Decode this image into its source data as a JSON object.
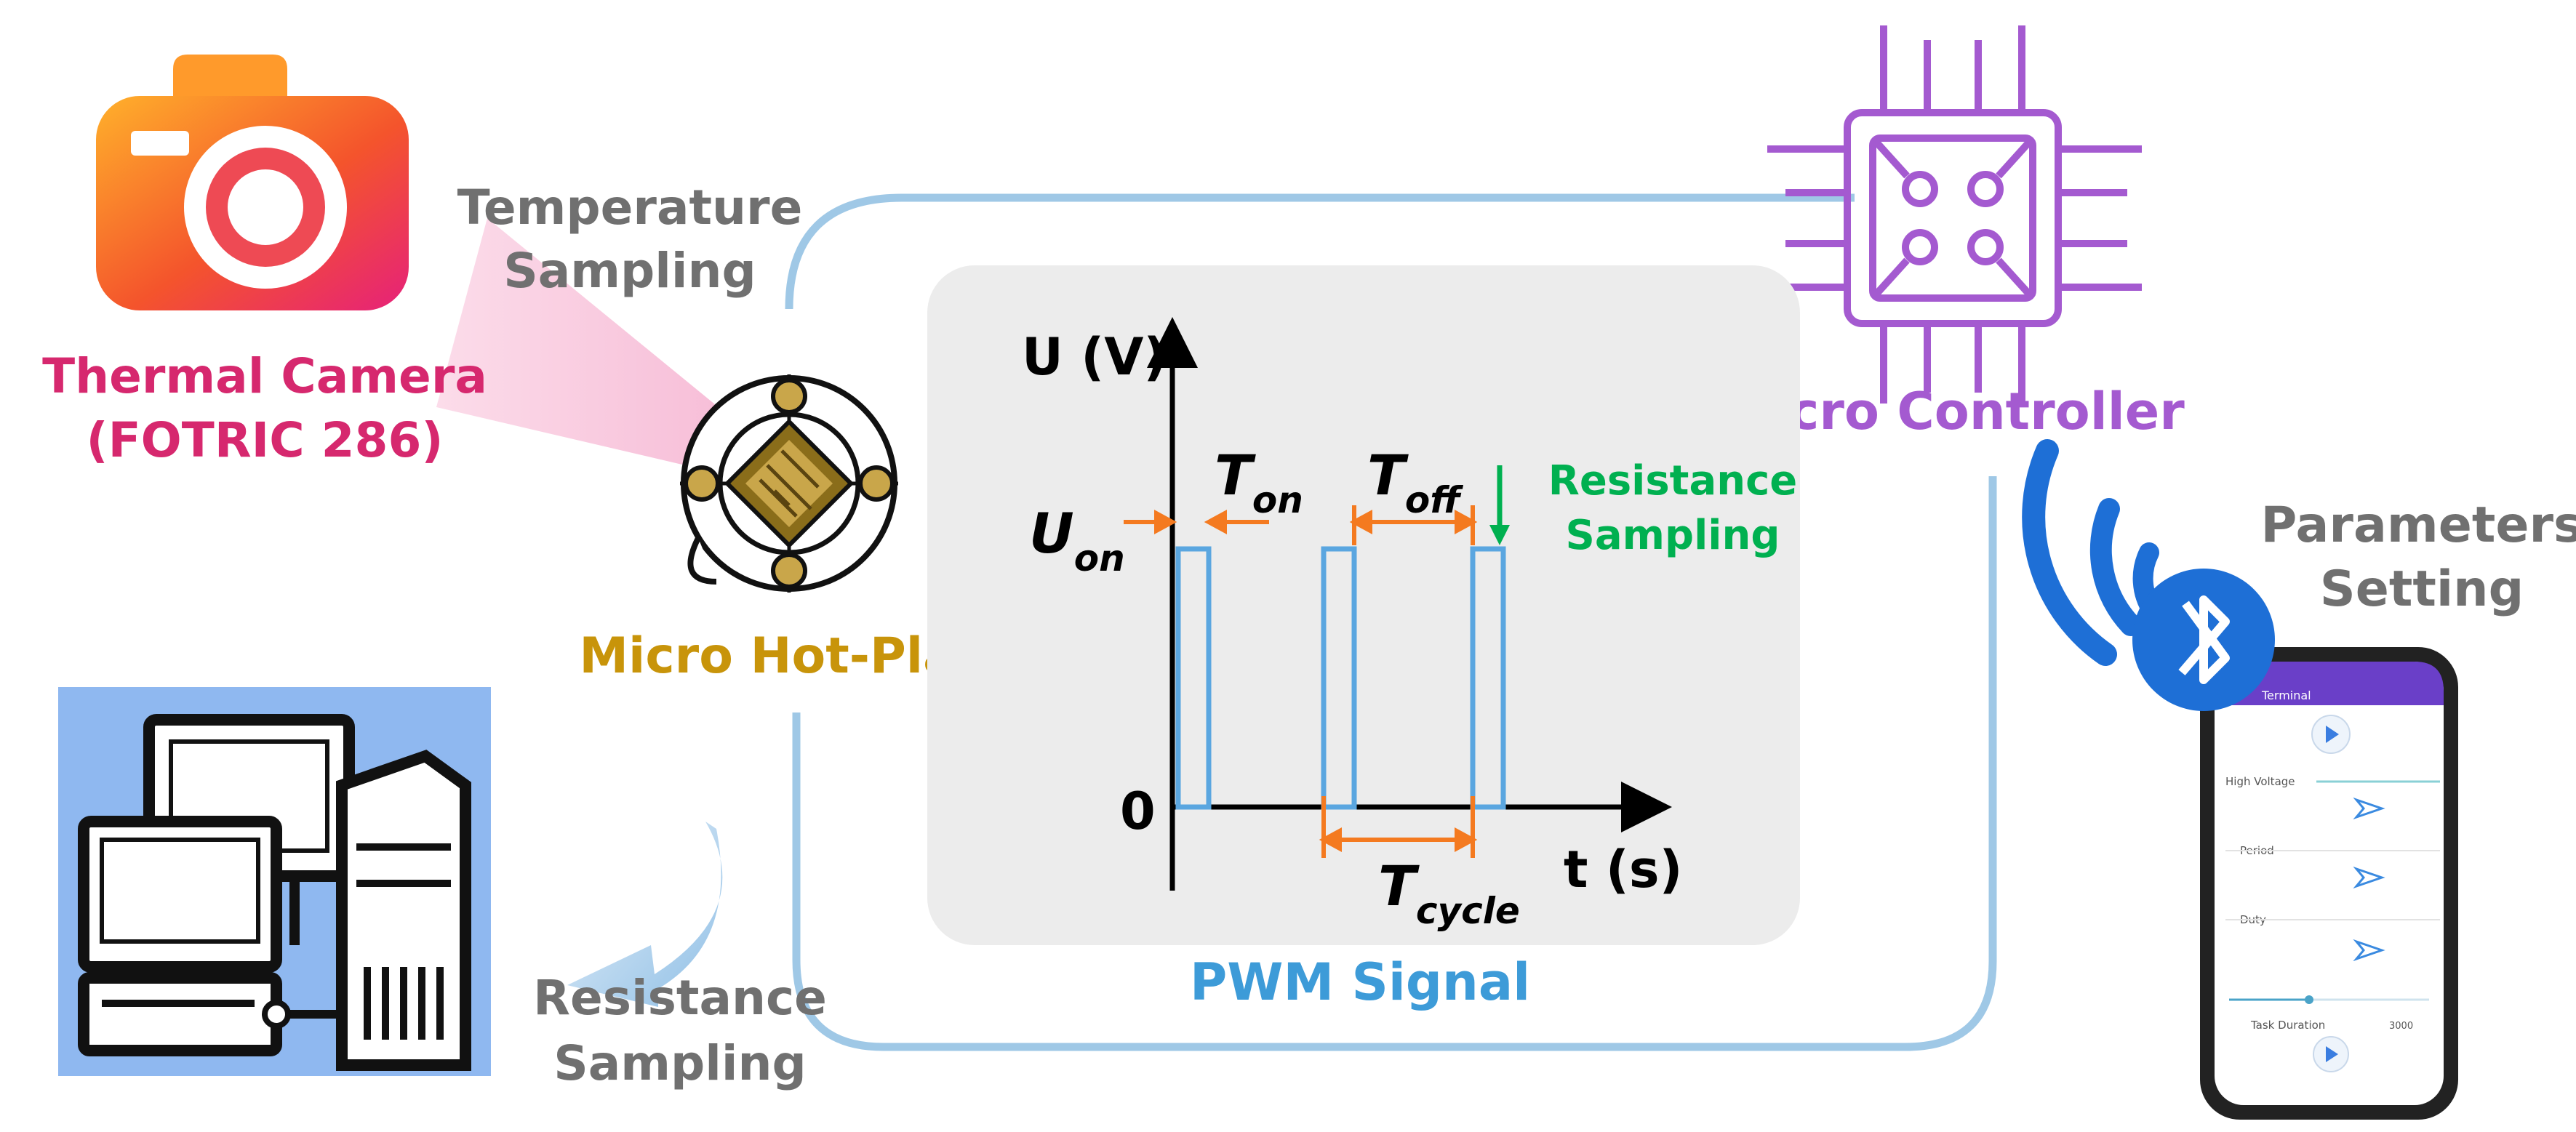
{
  "labels": {
    "temperature_sampling": [
      "Temperature",
      "Sampling"
    ],
    "thermal_camera": [
      "Thermal Camera",
      "(FOTRIC 286)"
    ],
    "micro_hot_plate": "Micro Hot-Plate",
    "micro_controller": "Micro Controller",
    "parameters_setting": [
      "Parameters",
      "Setting"
    ],
    "resistance_sampling_left": [
      "Resistance",
      "Sampling"
    ],
    "pwm_signal": "PWM Signal"
  },
  "graph": {
    "y_axis_label": "U (V)",
    "x_axis_label": "t (s)",
    "origin_label": "0",
    "u_on": {
      "main": "U",
      "sub": "on"
    },
    "t_on": {
      "main": "T",
      "sub": "on"
    },
    "t_off": {
      "main": "T",
      "sub": "off"
    },
    "t_cycle": {
      "main": "T",
      "sub": "cycle"
    },
    "resistance_sampling": [
      "Resistance",
      "Sampling"
    ]
  },
  "phone": {
    "app_title": "Terminal",
    "high_voltage_label": "High Voltage",
    "period_label": "Period",
    "duty_label": "Duty",
    "task_duration_label": "Task Duration",
    "task_duration_value": "3000"
  },
  "colors": {
    "magenta": "#d6286e",
    "gray_text": "#707070",
    "gold": "#c8940a",
    "purple": "#a45ad0",
    "blue_text": "#3d9bd8",
    "green": "#00b050",
    "orange": "#f47a20",
    "signal_blue": "#5aa6e0",
    "loop_blue": "#9fc8e6",
    "panel_gray": "#ececec",
    "bluetooth_blue": "#1e6fd6",
    "pc_bg": "#8fb8f0"
  }
}
